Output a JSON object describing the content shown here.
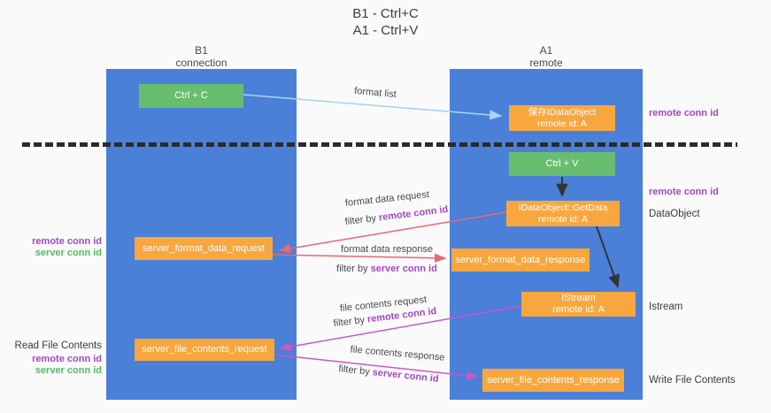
{
  "title": {
    "line1": "B1 - Ctrl+C",
    "line2": "A1 - Ctrl+V"
  },
  "columns": {
    "left": {
      "name": "B1",
      "subtitle": "connection"
    },
    "right": {
      "name": "A1",
      "subtitle": "remote"
    }
  },
  "boxes": {
    "ctrl_c": "Ctrl + C",
    "ctrl_v": "Ctrl + V",
    "save_dataobject": {
      "line1": "保存IDataObject",
      "line2": "remote id: A"
    },
    "getdata": {
      "line1": "IDataObject::GetData",
      "line2": "remote id: A"
    },
    "istream": {
      "line1": "IStream",
      "line2": "remote id: A"
    },
    "format_request": "server_format_data_request",
    "format_response": "server_format_data_response",
    "file_request": "server_file_contents_request",
    "file_response": "server_file_contents_response"
  },
  "flow_labels": {
    "format_list": "format list",
    "format_data_request": "format data request",
    "format_data_response": "format data response",
    "file_contents_request": "file contents request",
    "file_contents_response": "file contents response",
    "filter_by": "filter by",
    "remote_conn_id": "remote conn id",
    "server_conn_id": "server conn id"
  },
  "side_labels": {
    "remote_conn_id": "remote conn id",
    "server_conn_id": "server conn id",
    "dataobject": "DataObject",
    "istream": "Istream",
    "read_file_contents": "Read File Contents",
    "write_file_contents": "Write File Contents"
  },
  "colors": {
    "column_blue": "#4a80d8",
    "box_orange": "#f8a73e",
    "box_green": "#69bd6f",
    "purple": "#a348c2",
    "green_text": "#57b765",
    "arrow_blue": "#a9d2f0",
    "arrow_red": "#e8696e",
    "arrow_magenta": "#cb56c5",
    "arrow_black": "#333333"
  }
}
